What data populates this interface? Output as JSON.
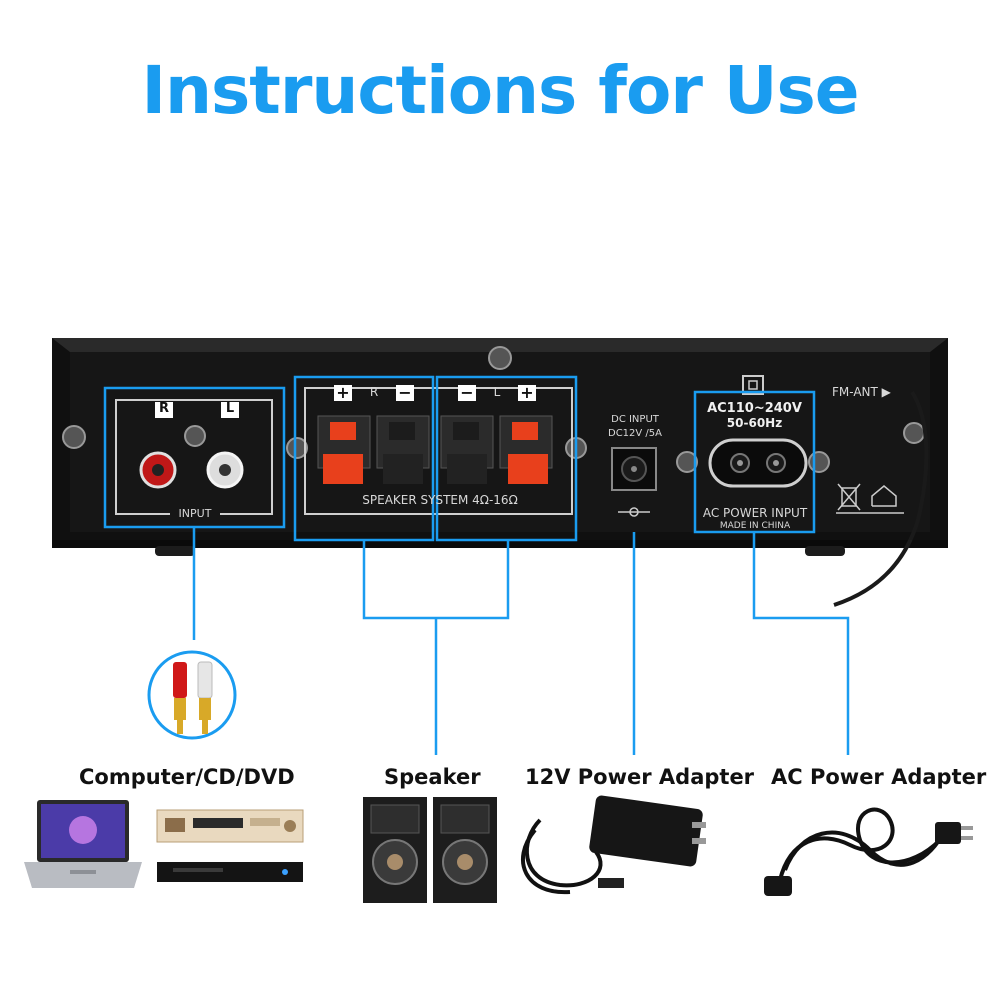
{
  "title": "Instructions for Use",
  "panel": {
    "input_r": "R",
    "input_l": "L",
    "input_label": "INPUT",
    "spk_plus_r": "+",
    "spk_r": "R",
    "spk_minus_r": "−",
    "spk_minus_l": "−",
    "spk_l": "L",
    "spk_plus_l": "+",
    "speaker_system": "SPEAKER SYSTEM 4Ω-16Ω",
    "dc_input_line1": "DC INPUT",
    "dc_input_line2": "DC12V /5A",
    "ac_voltage": "AC110~240V",
    "ac_freq": "50-60Hz",
    "ac_power_input": "AC POWER INPUT",
    "made_in": "MADE IN CHINA",
    "fm_ant": "FM-ANT ▶"
  },
  "labels": {
    "source": "Computer/CD/DVD",
    "speaker": "Speaker",
    "dc_adapter": "12V Power Adapter",
    "ac_adapter": "AC Power Adapter"
  },
  "colors": {
    "accent": "#1a9cf0",
    "panel": "#141414",
    "binding_post": "#e8401c"
  }
}
